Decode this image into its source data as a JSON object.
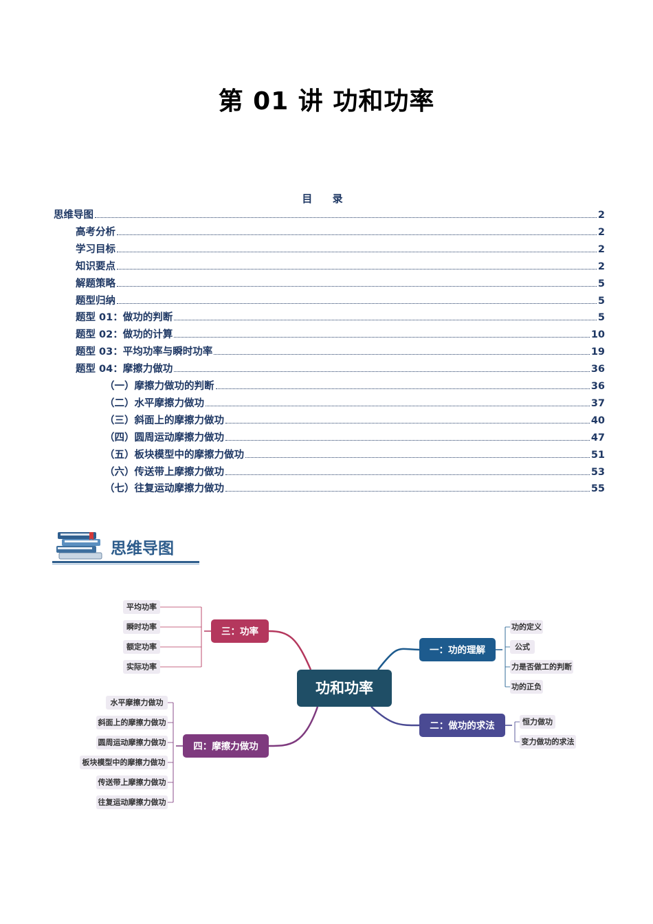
{
  "title": "第 01 讲  功和功率",
  "toc": {
    "heading": "目 录",
    "entries": [
      {
        "label": "思维导图",
        "page": "2",
        "level": 0
      },
      {
        "label": "高考分析",
        "page": "2",
        "level": 1
      },
      {
        "label": "学习目标",
        "page": "2",
        "level": 1
      },
      {
        "label": "知识要点",
        "page": "2",
        "level": 1
      },
      {
        "label": "解题策略",
        "page": "5",
        "level": 1
      },
      {
        "label": "题型归纳",
        "page": "5",
        "level": 1
      },
      {
        "label": "题型 01：做功的判断",
        "page": "5",
        "level": 1
      },
      {
        "label": "题型 02：做功的计算",
        "page": "10",
        "level": 1
      },
      {
        "label": "题型 03：平均功率与瞬时功率",
        "page": "19",
        "level": 1
      },
      {
        "label": "题型 04：摩擦力做功",
        "page": "36",
        "level": 1
      },
      {
        "label": "（一）摩擦力做功的判断",
        "page": "36",
        "level": 2
      },
      {
        "label": "（二）水平摩擦力做功",
        "page": "37",
        "level": 2
      },
      {
        "label": "（三）斜面上的摩擦力做功",
        "page": "40",
        "level": 2
      },
      {
        "label": "（四）圆周运动摩擦力做功",
        "page": "47",
        "level": 2
      },
      {
        "label": "（五）板块模型中的摩擦力做功",
        "page": "51",
        "level": 2
      },
      {
        "label": "（六）传送带上摩擦力做功",
        "page": "53",
        "level": 2
      },
      {
        "label": "（七）往复运动摩擦力做功",
        "page": "55",
        "level": 2
      }
    ]
  },
  "section": {
    "label": "思维导图"
  },
  "mindmap": {
    "center": "功和功率",
    "branches": [
      {
        "label": "一：功的理解",
        "color": "#1d5b8e",
        "items": [
          "功的定义",
          "公式",
          "力是否做工的判断",
          "功的正负"
        ]
      },
      {
        "label": "二：做功的求法",
        "color": "#4a4a93",
        "items": [
          "恒力做功",
          "变力做功的求法"
        ]
      },
      {
        "label": "三：功率",
        "color": "#b4375d",
        "items": [
          "平均功率",
          "瞬时功率",
          "额定功率",
          "实际功率"
        ]
      },
      {
        "label": "四：摩擦力做功",
        "color": "#7e3a7e",
        "items": [
          "水平摩擦力做功",
          "斜面上的摩擦力做功",
          "圆周运动摩擦力做功",
          "板块模型中的摩擦力做功",
          "传送带上摩擦力做功",
          "往复运动摩擦力做功"
        ]
      }
    ],
    "center_color": "#1f4e66"
  }
}
